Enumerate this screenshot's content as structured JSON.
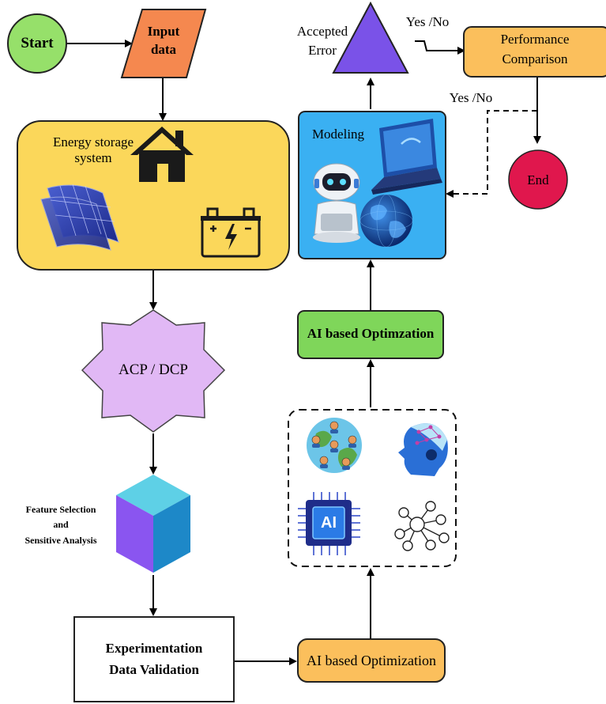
{
  "nodes": {
    "start": "Start",
    "input": {
      "line1": "Input",
      "line2": "data"
    },
    "ess_title": {
      "line1": "Energy storage",
      "line2": "system"
    },
    "acp": "ACP / DCP",
    "feature": {
      "line1": "Feature Selection",
      "line2": "and",
      "line3": "Sensitive Analysis"
    },
    "experiment": {
      "line1": "Experimentation",
      "line2": "Data Validation"
    },
    "ai_opt_bottom": "AI based Optimization",
    "ai_opt_mid": "AI based Optimzation",
    "modeling": "Modeling",
    "accepted": {
      "line1": "Accepted",
      "line2": "Error"
    },
    "yesno_top": "Yes /No",
    "yesno_side": "Yes /No",
    "performance": {
      "line1": "Performance",
      "line2": "Comparison"
    },
    "end": "End",
    "ai_chip": "AI"
  },
  "colors": {
    "start": "#96e06a",
    "input": "#f5884f",
    "ess": "#fbd75a",
    "acp": "#e1b8f5",
    "ai_green": "#7fd65a",
    "ai_orange": "#fbbf5c",
    "modeling": "#3ab0f2",
    "triangle": "#7a52e8",
    "performance": "#fbbf5c",
    "end": "#e0174d"
  },
  "icons": [
    "house-icon",
    "solar-panel-icon",
    "battery-icon",
    "cube-icon",
    "robot-icon",
    "laptop-icon",
    "globe-icon",
    "people-globe-icon",
    "ai-head-icon",
    "ai-chip-icon",
    "network-people-icon"
  ]
}
